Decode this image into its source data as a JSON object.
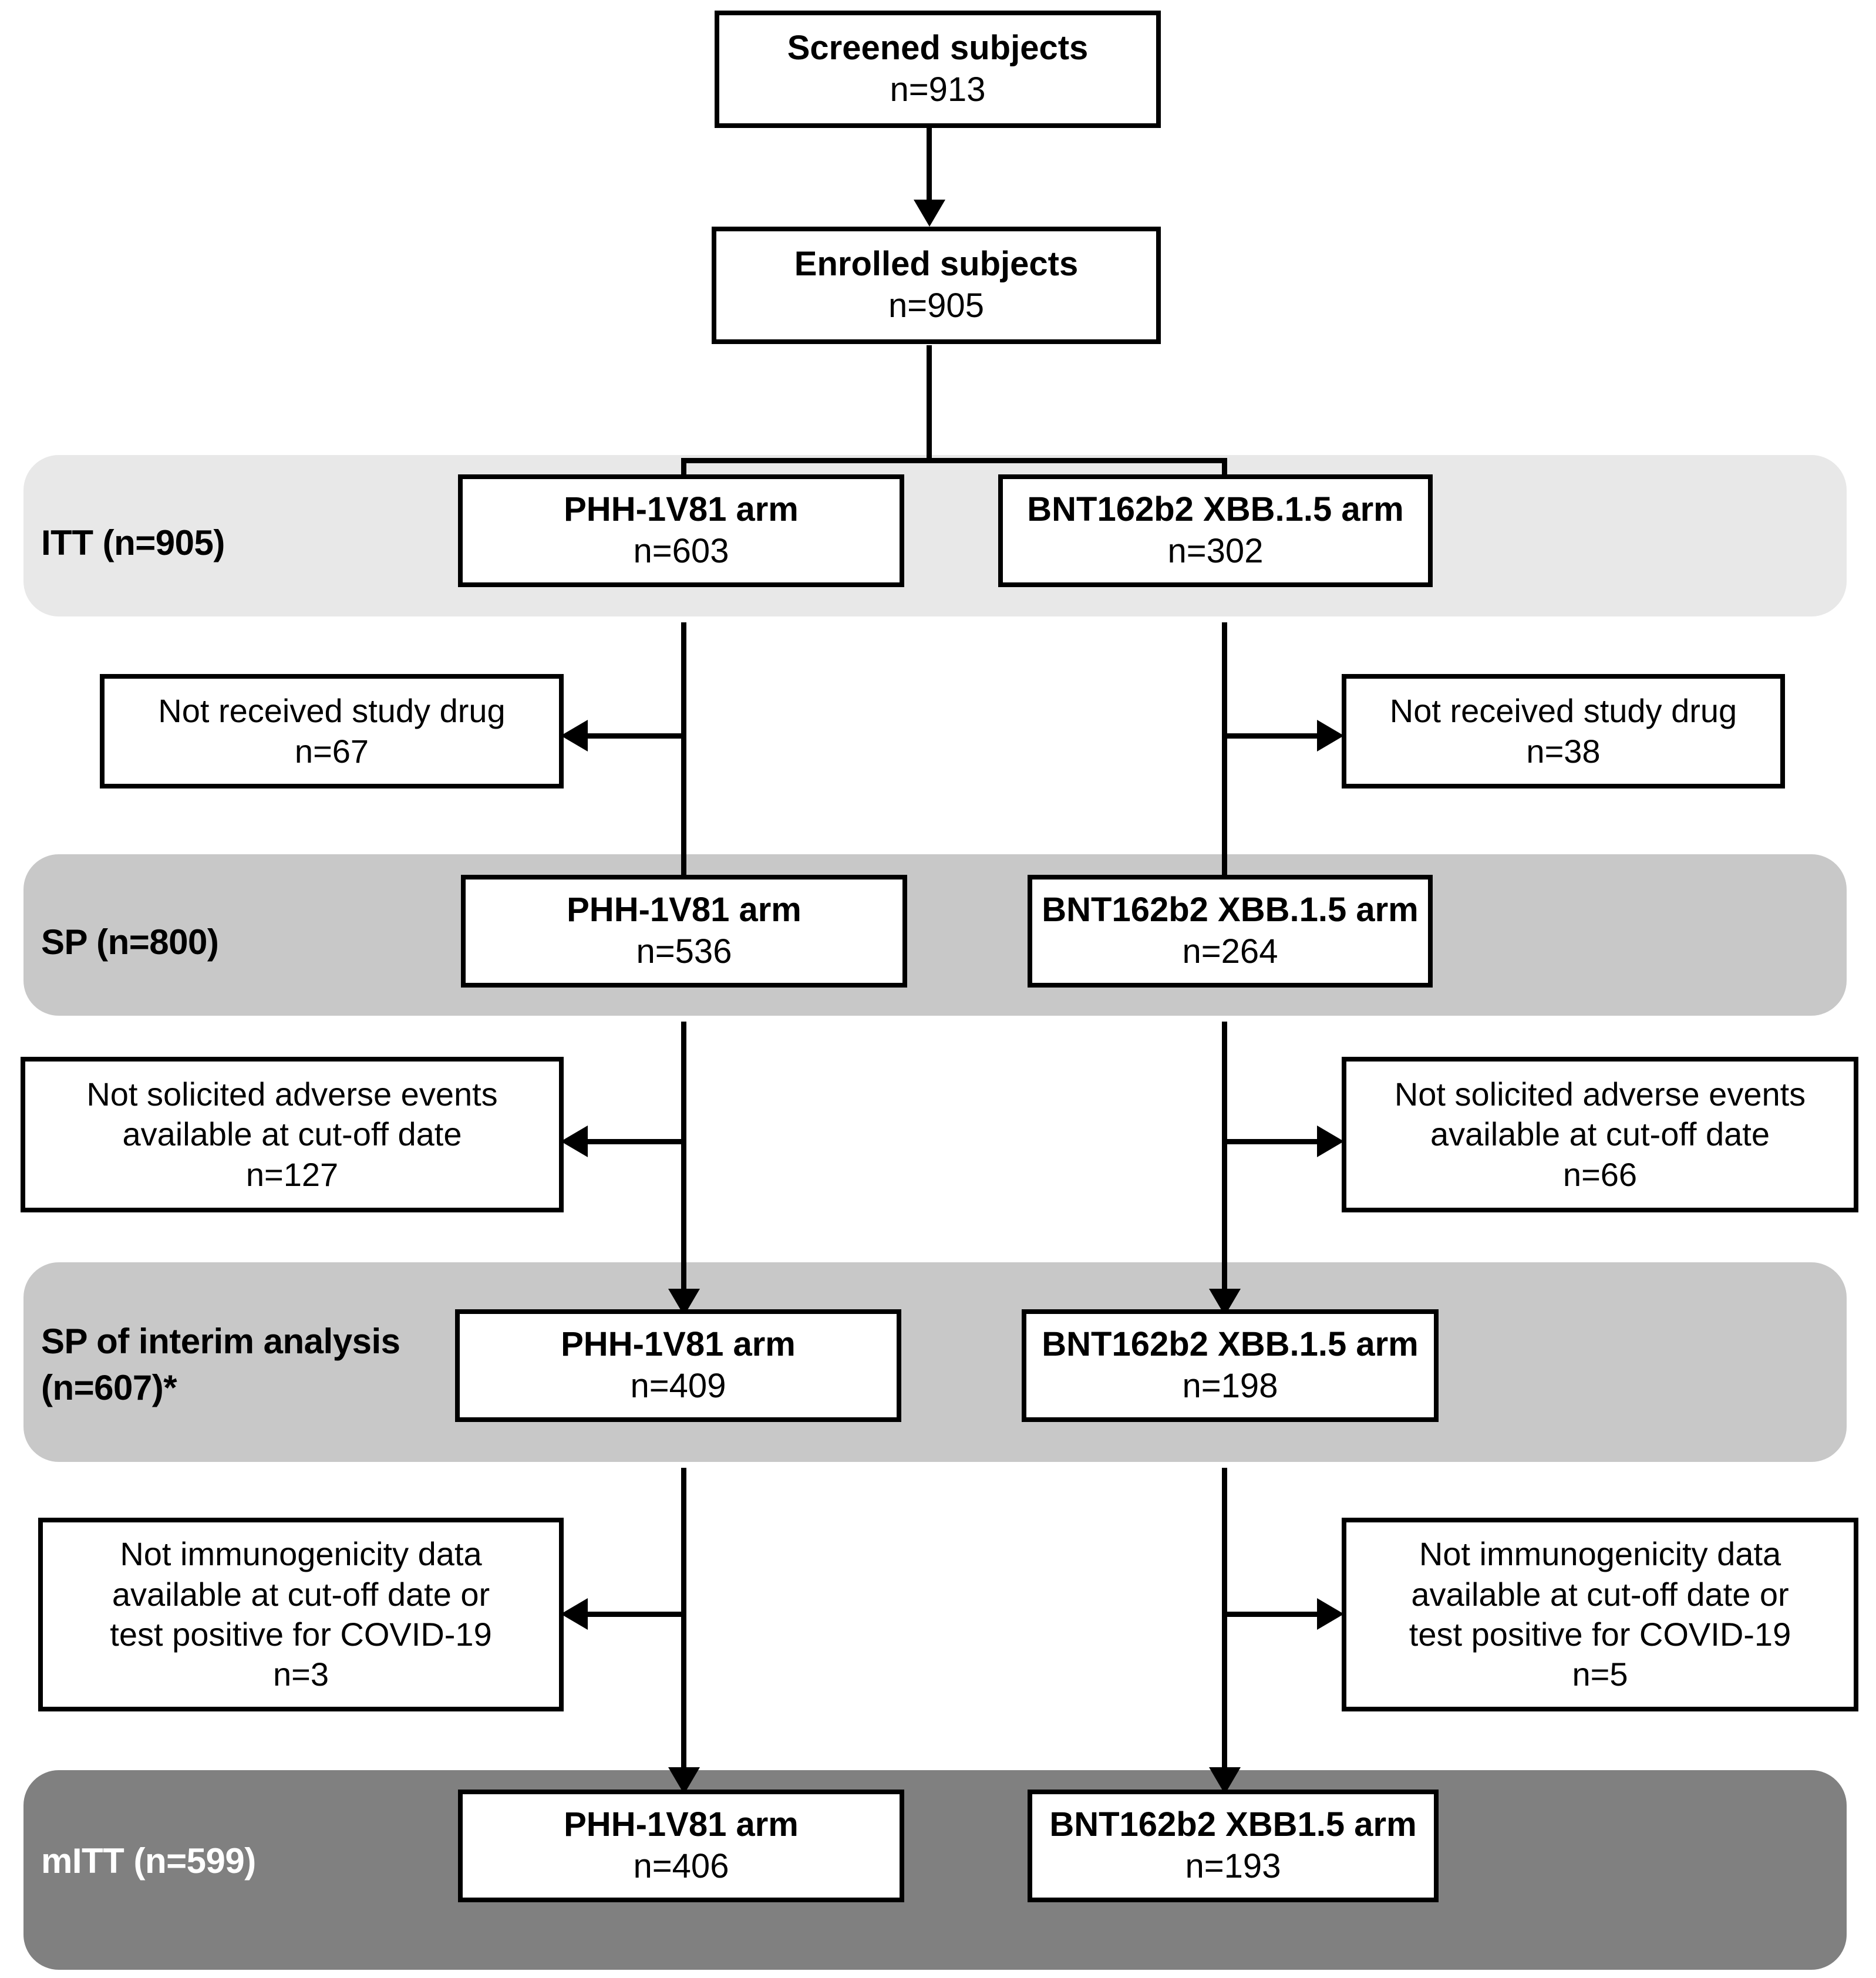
{
  "figure": {
    "type": "flowchart",
    "title": "Clinical trial subject disposition flow diagram"
  },
  "bands": [
    {
      "id": "itt",
      "label": "ITT (n=905)",
      "color": "#e8e8e8",
      "text_color": "#000000"
    },
    {
      "id": "sp",
      "label": "SP (n=800)",
      "color": "#c8c8c8",
      "text_color": "#000000"
    },
    {
      "id": "sp_int",
      "label_line1": "SP of interim",
      "label_line2": "analysis (n=607)*",
      "color": "#c8c8c8",
      "text_color": "#000000"
    },
    {
      "id": "mitt",
      "label": "mITT (n=599)",
      "color": "#808080",
      "text_color": "#ffffff"
    }
  ],
  "nodes": {
    "screened": {
      "title": "Screened subjects",
      "count": "n=913"
    },
    "enrolled": {
      "title": "Enrolled subjects",
      "count": "n=905"
    },
    "itt_left": {
      "title": "PHH-1V81 arm",
      "count": "n=603"
    },
    "itt_right": {
      "title": "BNT162b2 XBB.1.5 arm",
      "count": "n=302"
    },
    "sp_left": {
      "title": "PHH-1V81 arm",
      "count": "n=536"
    },
    "sp_right": {
      "title": "BNT162b2 XBB.1.5 arm",
      "count": "n=264"
    },
    "spint_left": {
      "title": "PHH-1V81 arm",
      "count": "n=409"
    },
    "spint_right": {
      "title": "BNT162b2 XBB.1.5 arm",
      "count": "n=198"
    },
    "mitt_left": {
      "title": "PHH-1V81 arm",
      "count": "n=406"
    },
    "mitt_right": {
      "title": "BNT162b2  XBB1.5 arm",
      "count": "n=193"
    }
  },
  "exclusions": {
    "drug_left": {
      "line1": "Not received study drug",
      "count": "n=67"
    },
    "drug_right": {
      "line1": "Not received study drug",
      "count": "n=38"
    },
    "ae_left": {
      "line1": "Not solicited adverse events",
      "line2": "available at cut-off date",
      "count": "n=127"
    },
    "ae_right": {
      "line1": "Not solicited adverse events",
      "line2": "available at cut-off date",
      "count": "n=66"
    },
    "immu_left": {
      "line1": "Not immunogenicity data",
      "line2": "available at cut-off date or",
      "line3": "test positive for COVID-19",
      "count": "n=3"
    },
    "immu_right": {
      "line1": "Not immunogenicity data",
      "line2": "available at cut-off date or",
      "line3": "test positive for COVID-19",
      "count": "n=5"
    }
  },
  "chart_data": {
    "type": "flowchart",
    "title": "Subject disposition (CONSORT-style flow diagram)",
    "stages": [
      {
        "name": "Screened subjects",
        "n": 913
      },
      {
        "name": "Enrolled subjects",
        "n": 905
      },
      {
        "name": "ITT",
        "n": 905,
        "arms": [
          {
            "arm": "PHH-1V81",
            "n": 603
          },
          {
            "arm": "BNT162b2 XBB.1.5",
            "n": 302
          }
        ]
      },
      {
        "name": "SP",
        "n": 800,
        "arms": [
          {
            "arm": "PHH-1V81",
            "n": 536
          },
          {
            "arm": "BNT162b2 XBB.1.5",
            "n": 264
          }
        ]
      },
      {
        "name": "SP of interim analysis",
        "n": 607,
        "arms": [
          {
            "arm": "PHH-1V81",
            "n": 409
          },
          {
            "arm": "BNT162b2 XBB.1.5",
            "n": 198
          }
        ]
      },
      {
        "name": "mITT",
        "n": 599,
        "arms": [
          {
            "arm": "PHH-1V81",
            "n": 406
          },
          {
            "arm": "BNT162b2 XBB1.5",
            "n": 193
          }
        ]
      }
    ],
    "exclusions": [
      {
        "reason": "Not received study drug",
        "phh": 67,
        "bnt": 38
      },
      {
        "reason": "Not solicited adverse events available at cut-off date",
        "phh": 127,
        "bnt": 66
      },
      {
        "reason": "Not immunogenicity data available at cut-off date or test positive for COVID-19",
        "phh": 3,
        "bnt": 5
      }
    ]
  }
}
